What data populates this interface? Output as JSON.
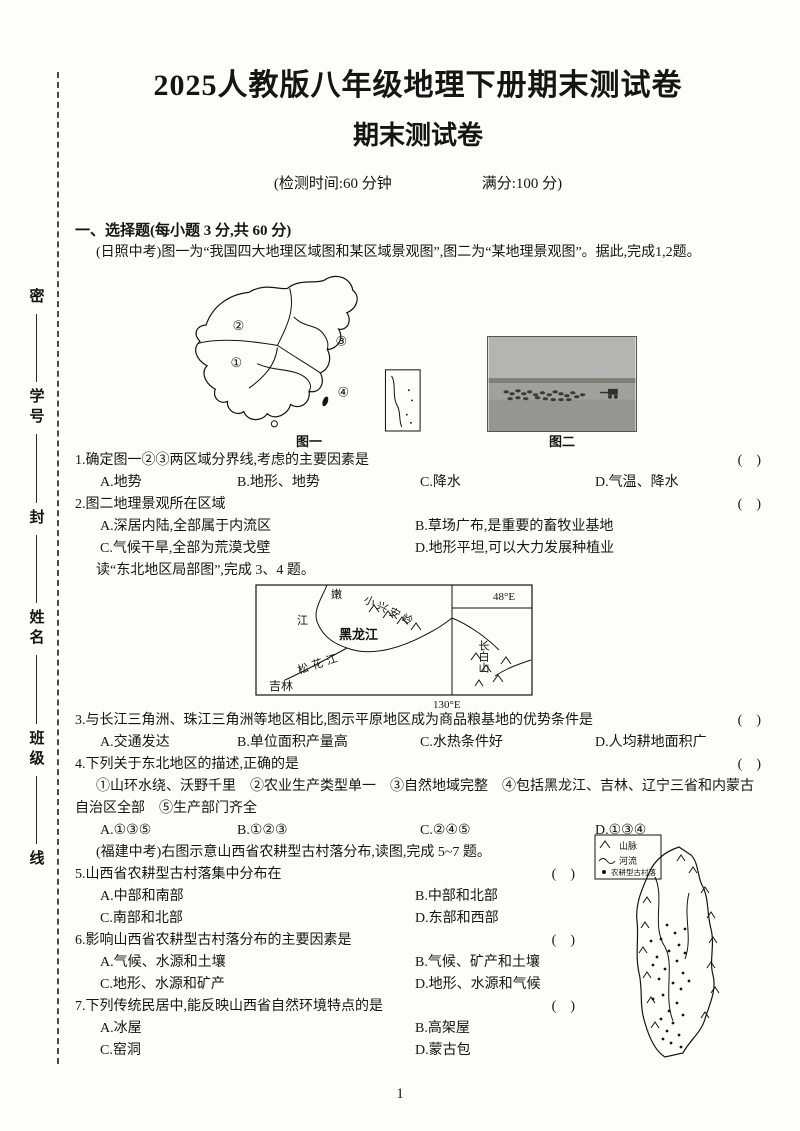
{
  "page": {
    "title": "2025人教版八年级地理下册期末测试卷",
    "subtitle": "期末测试卷",
    "info": "(检测时间:60 分钟　　　　　　满分:100 分)",
    "page_number": "1",
    "bracket": "(　)"
  },
  "seal": {
    "items": [
      "密",
      "学号",
      "封",
      "姓名",
      "班级",
      "线"
    ]
  },
  "section1": {
    "heading": "一、选择题(每小题 3 分,共 60 分)",
    "intro12": "(日照中考)图一为“我国四大地理区域图和某区域景观图”,图二为“某地理景观图”。据此,完成1,2题。",
    "instr34": "读“东北地区局部图”,完成 3、4 题。",
    "intro57": "(福建中考)右图示意山西省农耕型古村落分布,读图,完成 5~7 题。"
  },
  "fig1": {
    "caption": "图一",
    "labels": {
      "r1": "①",
      "r2": "②",
      "r3": "③",
      "r4": "④"
    }
  },
  "fig2": {
    "caption": "图二"
  },
  "ne_map": {
    "nen": "嫩",
    "nen_jiang": "江",
    "xiaoxingan": "小兴安岭",
    "heilongjiang": "黑龙江",
    "songhuajiang": "松花江",
    "jilin": "吉林",
    "changbaishan": "长白山",
    "lat": "48°E",
    "lon": "130°E"
  },
  "shanxi": {
    "legend": [
      "山脉",
      "河流",
      "农耕型古村落"
    ]
  },
  "questions": [
    {
      "text": "1.确定图一②③两区域分界线,考虑的主要因素是",
      "options": [
        "A.地势",
        "B.地形、地势",
        "C.降水",
        "D.气温、降水"
      ]
    },
    {
      "text": "2.图二地理景观所在区域",
      "options": [
        "A.深居内陆,全部属于内流区",
        "B.草场广布,是重要的畜牧业基地",
        "C.气候干旱,全部为荒漠戈壁",
        "D.地形平坦,可以大力发展种植业"
      ]
    },
    {
      "text": "3.与长江三角洲、珠江三角洲等地区相比,图示平原地区成为商品粮基地的优势条件是",
      "options": [
        "A.交通发达",
        "B.单位面积产量高",
        "C.水热条件好",
        "D.人均耕地面积广"
      ]
    },
    {
      "text": "4.下列关于东北地区的描述,正确的是",
      "sub": "①山环水绕、沃野千里　②农业生产类型单一　③自然地域完整　④包括黑龙江、吉林、辽宁三省和内蒙古自治区全部　⑤生产部门齐全",
      "options": [
        "A.①③⑤",
        "B.①②③",
        "C.②④⑤",
        "D.①③④"
      ]
    },
    {
      "text": "5.山西省农耕型古村落集中分布在",
      "options": [
        "A.中部和南部",
        "B.中部和北部",
        "C.南部和北部",
        "D.东部和西部"
      ]
    },
    {
      "text": "6.影响山西省农耕型古村落分布的主要因素是",
      "options": [
        "A.气候、水源和土壤",
        "B.气候、矿产和土壤",
        "C.地形、水源和矿产",
        "D.地形、水源和气候"
      ]
    },
    {
      "text": "7.下列传统民居中,能反映山西省自然环境特点的是",
      "options": [
        "A.冰屋",
        "B.高架屋",
        "C.窑洞",
        "D.蒙古包"
      ]
    }
  ]
}
